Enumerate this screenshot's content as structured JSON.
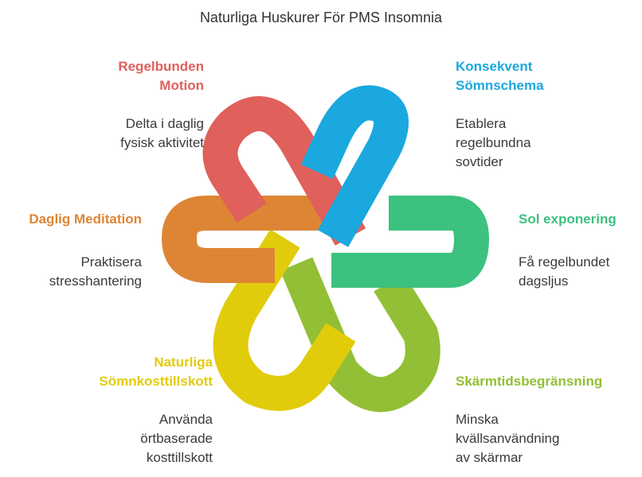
{
  "title": "Naturliga Huskurer För PMS Insomnia",
  "colors": {
    "red": "#e0605c",
    "blue": "#1aa8de",
    "green": "#3cc17f",
    "orange": "#dd8535",
    "yellow": "#e1cc0b",
    "lime": "#92bf35"
  },
  "items": [
    {
      "id": "regelbunden-motion",
      "color": "red",
      "heading": [
        "Regelbunden",
        "Motion"
      ],
      "desc": [
        "Delta i daglig",
        "fysisk aktivitet"
      ]
    },
    {
      "id": "konsekvent-somnschema",
      "color": "blue",
      "heading": [
        "Konsekvent",
        "Sömnschema"
      ],
      "desc": [
        "Etablera",
        "regelbundna",
        "sovtider"
      ]
    },
    {
      "id": "daglig-meditation",
      "color": "orange",
      "heading": [
        "Daglig Meditation"
      ],
      "desc": [
        "Praktisera",
        "stresshantering"
      ]
    },
    {
      "id": "sol-exponering",
      "color": "green",
      "heading": [
        "Sol exponering"
      ],
      "desc": [
        "Få regelbundet",
        "dagsljus"
      ]
    },
    {
      "id": "naturliga-somnkosttillskott",
      "color": "yellow",
      "heading": [
        "Naturliga",
        "Sömnkosttillskott"
      ],
      "desc": [
        "Använda",
        "örtbaserade",
        "kosttillskott"
      ]
    },
    {
      "id": "skarmtidsbegransning",
      "color": "lime",
      "heading": [
        "Skärmtidsbegränsning"
      ],
      "desc": [
        "Minska",
        "kvällsanvändning",
        "av skärmar"
      ]
    }
  ]
}
